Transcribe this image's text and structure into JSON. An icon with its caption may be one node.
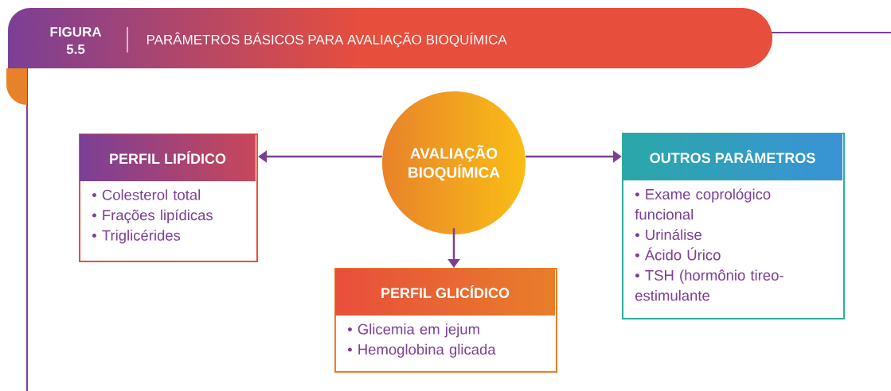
{
  "diagram": {
    "title": "PARÂMETROS BÁSICOS PARA AVALIAÇÃO BIOQUÍMICA",
    "nodes": [
      {
        "text": [
          "PERFIL LIPÍDICO",
          "• Colesterol total",
          "• Frações lipídicas",
          "• Triglicérides"
        ]
      },
      {
        "text": [
          "AVALIAÇÃO BIOQUÍMICA"
        ]
      },
      {
        "text": [
          "OUTROS PARÂMETROS",
          "• Exame coprológico funcional",
          "• Urinálise",
          "• Ácido Úrico",
          "• TSH (hormônio tireo-estimulante"
        ]
      },
      {
        "text": [
          "PERFIL GLICÍDICO",
          "• Glicemia em jejum",
          "• Hemoglobina glicada"
        ]
      }
    ],
    "edges": [
      {
        "from": 1,
        "to": 0,
        "arrow": "to"
      },
      {
        "from": 1,
        "to": 2,
        "arrow": "to"
      },
      {
        "from": 1,
        "to": 3,
        "arrow": "to"
      }
    ],
    "labels": [
      "FIGURA",
      "5.5"
    ]
  }
}
